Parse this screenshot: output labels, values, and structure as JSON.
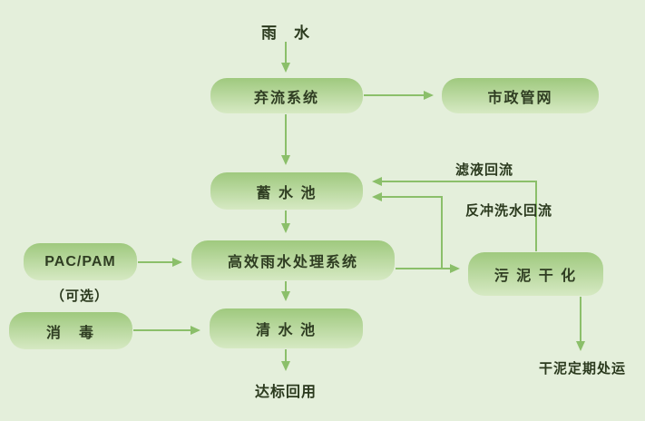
{
  "colors": {
    "background": "#e4efdb",
    "box_top": "#9fc97e",
    "box_bottom": "#d6e9c3",
    "box_text": "#2f3d22",
    "label_text": "#2b3a1e",
    "arrow": "#8bbf6a"
  },
  "nodes": {
    "rainwater": "雨　水",
    "diversion": "弃流系统",
    "municipal": "市政管网",
    "storage": "蓄 水 池",
    "treatment": "高效雨水处理系统",
    "pac": "PAC/PAM",
    "optional": "（可选）",
    "disinfect": "消　毒",
    "clearwater": "清 水 池",
    "reuse": "达标回用",
    "sludge": "污 泥 干 化",
    "filtrate_return": "滤液回流",
    "backwash_return": "反冲洗水回流",
    "drymud": "干泥定期处运"
  },
  "edges": [
    {
      "from": "雨水",
      "to": "弃流系统"
    },
    {
      "from": "弃流系统",
      "to": "市政管网"
    },
    {
      "from": "弃流系统",
      "to": "蓄水池"
    },
    {
      "from": "蓄水池",
      "to": "高效雨水处理系统"
    },
    {
      "from": "PAC/PAM",
      "to": "高效雨水处理系统"
    },
    {
      "from": "高效雨水处理系统",
      "to": "清水池"
    },
    {
      "from": "消毒",
      "to": "清水池"
    },
    {
      "from": "清水池",
      "to": "达标回用"
    },
    {
      "from": "高效雨水处理系统",
      "to": "污泥干化"
    },
    {
      "from": "高效雨水处理系统",
      "to": "蓄水池",
      "label": "反冲洗水回流"
    },
    {
      "from": "污泥干化",
      "to": "蓄水池",
      "label": "滤液回流"
    },
    {
      "from": "污泥干化",
      "to": "干泥定期处运"
    }
  ]
}
